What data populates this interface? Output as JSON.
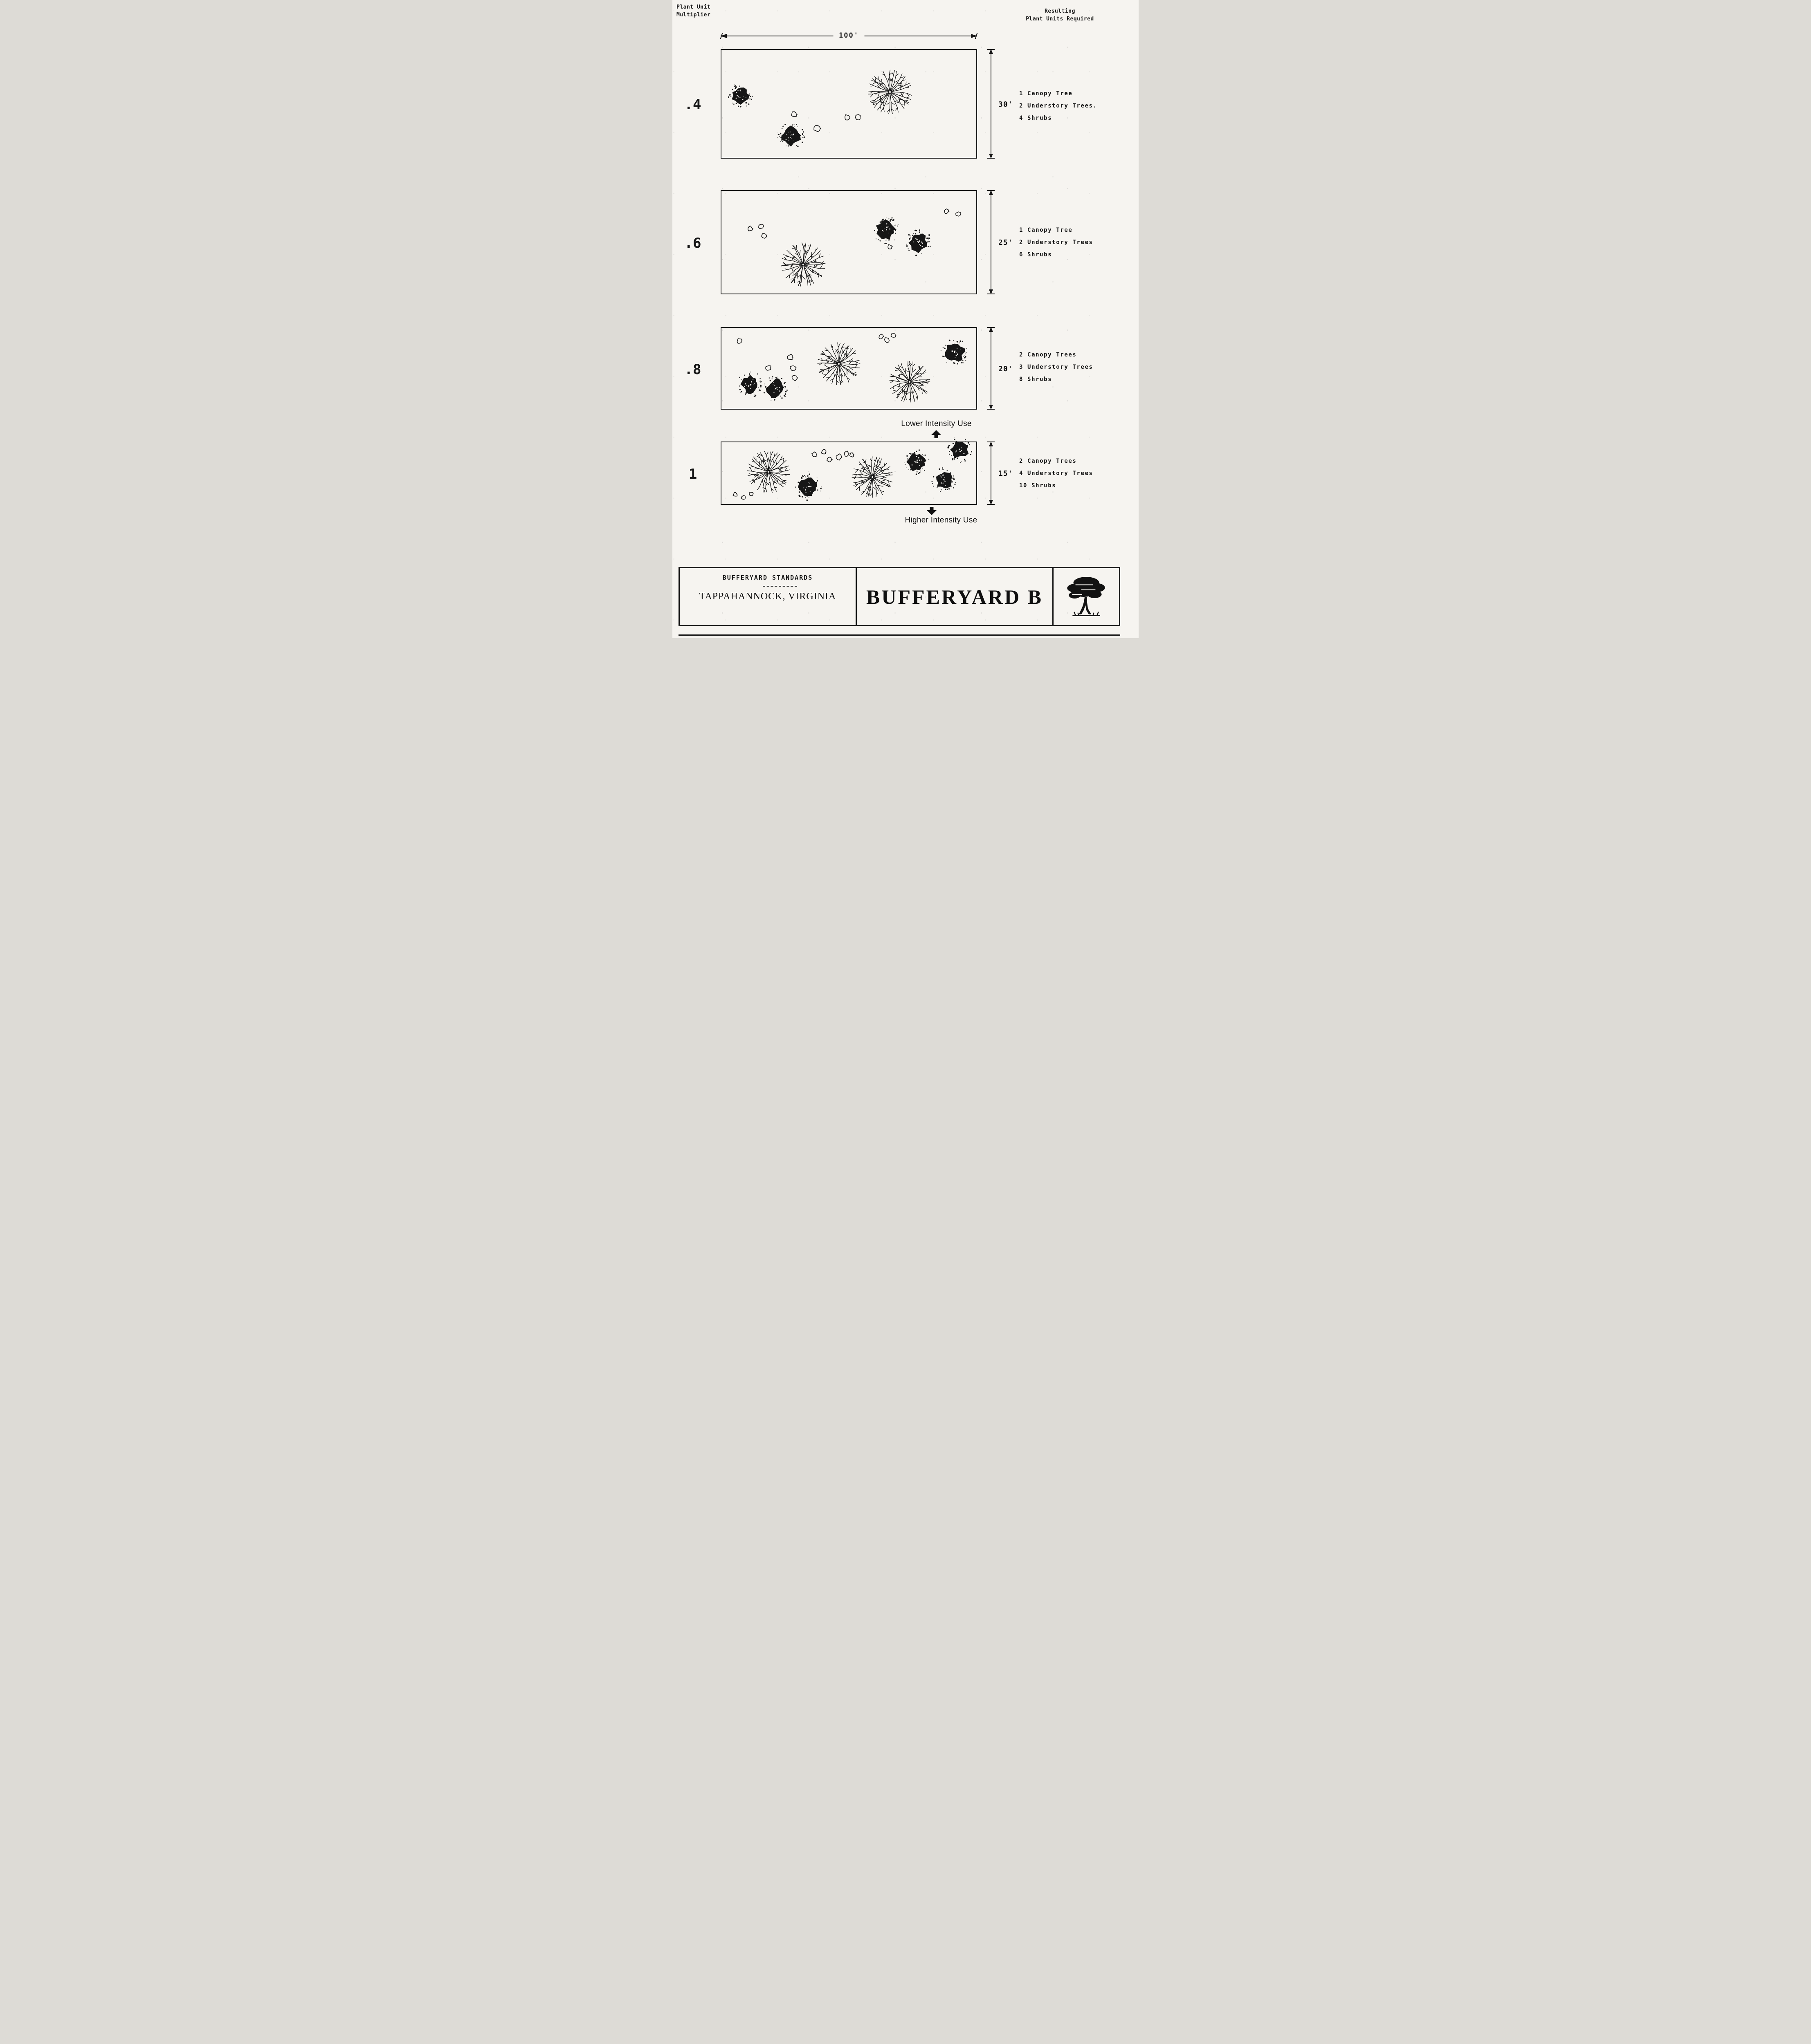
{
  "header": {
    "left_label": [
      "Plant Unit",
      "Multiplier"
    ],
    "right_label": [
      "Resulting",
      "Plant Units Required"
    ],
    "width_dimension": "100'"
  },
  "rows": [
    {
      "multiplier": ".4",
      "depth": "30'",
      "requirements": [
        "1 Canopy Tree",
        "2 Understory Trees.",
        "4 Shrubs"
      ]
    },
    {
      "multiplier": ".6",
      "depth": "25'",
      "requirements": [
        "1 Canopy Tree",
        "2 Understory Trees",
        "6 Shrubs"
      ]
    },
    {
      "multiplier": ".8",
      "depth": "20'",
      "requirements": [
        "2 Canopy Trees",
        "3 Understory Trees",
        "8 Shrubs"
      ]
    },
    {
      "multiplier": "1",
      "depth": "15'",
      "requirements": [
        "2 Canopy Trees",
        "4 Understory Trees",
        "10 Shrubs"
      ]
    }
  ],
  "intensity": {
    "lower": "Lower Intensity Use",
    "higher": "Higher Intensity Use"
  },
  "title_block": {
    "standards_label": "BUFFERYARD STANDARDS",
    "location": "TAPPAHANNOCK, VIRGINIA",
    "title": "BUFFERYARD B"
  },
  "colors": {
    "ink": "#161616",
    "paper": "#f6f4f0"
  }
}
